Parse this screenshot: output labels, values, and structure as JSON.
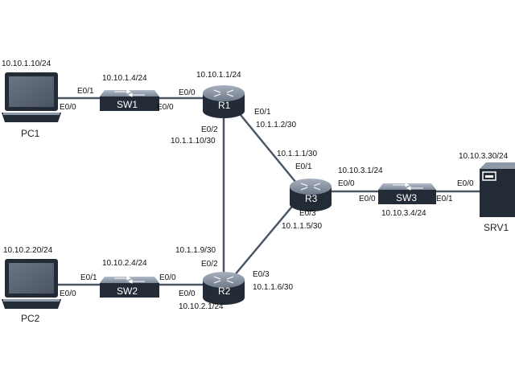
{
  "devices": {
    "pc1": {
      "name": "PC1",
      "ip": "10.10.1.10/24"
    },
    "pc2": {
      "name": "PC2",
      "ip": "10.10.2.20/24"
    },
    "sw1": {
      "name": "SW1",
      "ip": "10.10.1.4/24"
    },
    "sw2": {
      "name": "SW2",
      "ip": "10.10.2.4/24"
    },
    "sw3": {
      "name": "SW3",
      "ip": "10.10.3.4/24"
    },
    "r1": {
      "name": "R1",
      "ip": "10.10.1.1/24"
    },
    "r2": {
      "name": "R2",
      "ip": "10.10.2.1/24"
    },
    "r3": {
      "name": "R3"
    },
    "srv1": {
      "name": "SRV1",
      "ip": "10.10.3.30/24"
    }
  },
  "interfaces": {
    "pc1_e00": "E0/0",
    "sw1_e01": "E0/1",
    "sw1_e00": "E0/0",
    "r1_e00": "E0/0",
    "r1_e01": "E0/1",
    "r1_e01_ip": "10.1.1.2/30",
    "r1_e02": "E0/2",
    "r1_e02_ip": "10.1.1.10/30",
    "r3_e01": "E0/1",
    "r3_e01_ip": "10.1.1.1/30",
    "r3_e00": "E0/0",
    "r3_e00_ip": "10.10.3.1/24",
    "r3_e03": "E0/3",
    "r3_e03_ip": "10.1.1.5/30",
    "sw3_e00": "E0/0",
    "sw3_e01": "E0/1",
    "srv1_e00": "E0/0",
    "pc2_e00": "E0/0",
    "sw2_e01": "E0/1",
    "sw2_e00": "E0/0",
    "r2_e00": "E0/0",
    "r2_e02": "E0/2",
    "r2_e02_ip": "10.1.1.9/30",
    "r2_e03": "E0/3",
    "r2_e03_ip": "10.1.1.6/30"
  },
  "colors": {
    "link": "#4a5566",
    "device_dark": "#232b36",
    "device_top": "#8e99aa",
    "screen": "#5d6878"
  }
}
